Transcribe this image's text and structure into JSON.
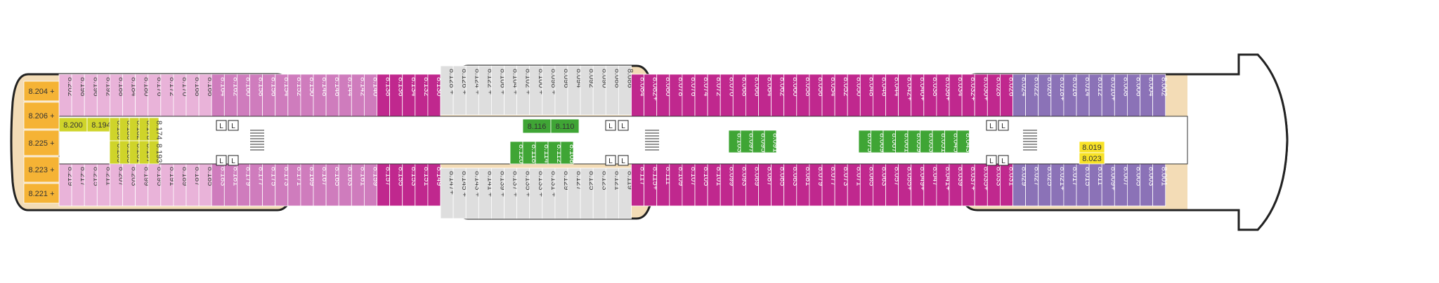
{
  "deck": {
    "colors": {
      "deck_outline": "#222222",
      "deck_wood": "#f3dcb6",
      "corridor": "#ffffff",
      "pink_light": "#e9b3d9",
      "pink_mid": "#cf7cbd",
      "magenta": "#c0288e",
      "grey": "#dedede",
      "purple": "#8b72b7",
      "green": "#3fa535",
      "yellow_green": "#cfd42a",
      "orange": "#f5b335",
      "yellow": "#f8e227"
    },
    "cabins_top": [
      {
        "label": "8.202",
        "color": "pink_light"
      },
      {
        "label": "8.198",
        "color": "pink_light"
      },
      {
        "label": "8.196",
        "color": "pink_light"
      },
      {
        "label": "8.192",
        "color": "pink_light"
      },
      {
        "label": "8.188",
        "color": "pink_light"
      },
      {
        "label": "8.184",
        "color": "pink_light"
      },
      {
        "label": "8.180",
        "color": "pink_light"
      },
      {
        "label": "8.176",
        "color": "pink_light"
      },
      {
        "label": "8.172",
        "color": "pink_light"
      },
      {
        "label": "8.170",
        "color": "pink_light"
      },
      {
        "label": "8.168",
        "color": "pink_light"
      },
      {
        "label": "8.166",
        "color": "pink_light"
      },
      {
        "label": "8.164",
        "color": "pink_mid"
      },
      {
        "label": "8.162",
        "color": "pink_mid"
      },
      {
        "label": "8.160",
        "color": "pink_mid"
      },
      {
        "label": "8.158",
        "color": "pink_mid"
      },
      {
        "label": "8.156",
        "color": "pink_mid"
      },
      {
        "label": "8.154",
        "color": "pink_mid"
      },
      {
        "label": "8.152",
        "color": "pink_mid"
      },
      {
        "label": "8.150",
        "color": "pink_mid"
      },
      {
        "label": "8.148",
        "color": "pink_mid"
      },
      {
        "label": "8.146",
        "color": "pink_mid"
      },
      {
        "label": "8.144",
        "color": "pink_mid"
      },
      {
        "label": "8.142",
        "color": "pink_mid"
      },
      {
        "label": "8.140",
        "color": "pink_mid"
      },
      {
        "label": "8.138",
        "color": "magenta"
      },
      {
        "label": "8.136",
        "color": "magenta"
      },
      {
        "label": "8.134",
        "color": "magenta"
      },
      {
        "label": "8.132",
        "color": "magenta"
      },
      {
        "label": "8.130",
        "color": "magenta"
      },
      {
        "label": "8.128 +",
        "color": "grey"
      },
      {
        "label": "8.126 +",
        "color": "grey"
      },
      {
        "label": "8.124 +",
        "color": "grey"
      },
      {
        "label": "8.122 +",
        "color": "grey"
      },
      {
        "label": "8.106 +",
        "color": "grey"
      },
      {
        "label": "8.104 +",
        "color": "grey"
      },
      {
        "label": "8.102 +",
        "color": "grey"
      },
      {
        "label": "8.100 +",
        "color": "grey"
      },
      {
        "label": "8.098 +",
        "color": "grey"
      },
      {
        "label": "8.096",
        "color": "grey"
      },
      {
        "label": "8.094",
        "color": "grey"
      },
      {
        "label": "8.092",
        "color": "grey"
      },
      {
        "label": "8.090",
        "color": "grey"
      },
      {
        "label": "8.088",
        "color": "grey"
      },
      {
        "label": "8.086",
        "color": "grey"
      },
      {
        "label": "8.084",
        "color": "magenta"
      },
      {
        "label": "8.082+",
        "color": "magenta"
      },
      {
        "label": "8.080",
        "color": "magenta"
      },
      {
        "label": "8.078",
        "color": "magenta"
      },
      {
        "label": "8.076",
        "color": "magenta"
      },
      {
        "label": "8.074",
        "color": "magenta"
      },
      {
        "label": "8.072",
        "color": "magenta"
      },
      {
        "label": "8.070",
        "color": "magenta"
      },
      {
        "label": "8.068",
        "color": "magenta"
      },
      {
        "label": "8.066",
        "color": "magenta"
      },
      {
        "label": "8.064",
        "color": "magenta"
      },
      {
        "label": "8.062",
        "color": "magenta"
      },
      {
        "label": "8.060",
        "color": "magenta"
      },
      {
        "label": "8.058",
        "color": "magenta"
      },
      {
        "label": "8.056",
        "color": "magenta"
      },
      {
        "label": "8.054",
        "color": "magenta"
      },
      {
        "label": "8.052",
        "color": "magenta"
      },
      {
        "label": "8.050",
        "color": "magenta"
      },
      {
        "label": "8.048",
        "color": "magenta"
      },
      {
        "label": "8.046",
        "color": "magenta"
      },
      {
        "label": "8.044",
        "color": "magenta"
      },
      {
        "label": "8.042+",
        "color": "magenta"
      },
      {
        "label": "8.040+",
        "color": "magenta"
      },
      {
        "label": "8.038",
        "color": "magenta"
      },
      {
        "label": "8.036+",
        "color": "magenta"
      },
      {
        "label": "8.034",
        "color": "magenta"
      },
      {
        "label": "8.032+",
        "color": "magenta"
      },
      {
        "label": "8.030+",
        "color": "magenta"
      },
      {
        "label": "8.028",
        "color": "magenta"
      },
      {
        "label": "8.026",
        "color": "magenta"
      },
      {
        "label": "8.024",
        "color": "purple"
      },
      {
        "label": "8.022",
        "color": "purple"
      },
      {
        "label": "8.020",
        "color": "purple"
      },
      {
        "label": "8.018+",
        "color": "purple"
      },
      {
        "label": "8.016",
        "color": "purple"
      },
      {
        "label": "8.014",
        "color": "purple"
      },
      {
        "label": "8.012",
        "color": "purple"
      },
      {
        "label": "8.010+",
        "color": "purple"
      },
      {
        "label": "8.008",
        "color": "purple"
      },
      {
        "label": "8.006",
        "color": "purple"
      },
      {
        "label": "8.004",
        "color": "purple"
      },
      {
        "label": "8.002",
        "color": "purple"
      }
    ],
    "cabins_bottom": [
      {
        "label": "8.219",
        "color": "pink_light"
      },
      {
        "label": "8.217",
        "color": "pink_light"
      },
      {
        "label": "8.215",
        "color": "pink_light"
      },
      {
        "label": "8.211",
        "color": "pink_light"
      },
      {
        "label": "8.207",
        "color": "pink_light"
      },
      {
        "label": "8.203",
        "color": "pink_light"
      },
      {
        "label": "8.199",
        "color": "pink_light"
      },
      {
        "label": "8.195",
        "color": "pink_light"
      },
      {
        "label": "8.191",
        "color": "pink_light"
      },
      {
        "label": "8.189",
        "color": "pink_light"
      },
      {
        "label": "8.187",
        "color": "pink_light"
      },
      {
        "label": "8.185",
        "color": "pink_light"
      },
      {
        "label": "8.183",
        "color": "pink_mid"
      },
      {
        "label": "8.181",
        "color": "pink_mid"
      },
      {
        "label": "8.179",
        "color": "pink_mid"
      },
      {
        "label": "8.177",
        "color": "pink_mid"
      },
      {
        "label": "8.175",
        "color": "pink_mid"
      },
      {
        "label": "8.173",
        "color": "pink_mid"
      },
      {
        "label": "8.171",
        "color": "pink_mid"
      },
      {
        "label": "8.169",
        "color": "pink_mid"
      },
      {
        "label": "8.167",
        "color": "pink_mid"
      },
      {
        "label": "8.165",
        "color": "pink_mid"
      },
      {
        "label": "8.163",
        "color": "pink_mid"
      },
      {
        "label": "8.161",
        "color": "pink_mid"
      },
      {
        "label": "8.159",
        "color": "pink_mid"
      },
      {
        "label": "8.157",
        "color": "magenta"
      },
      {
        "label": "8.155",
        "color": "magenta"
      },
      {
        "label": "8.153",
        "color": "magenta"
      },
      {
        "label": "8.151",
        "color": "magenta"
      },
      {
        "label": "8.149",
        "color": "magenta"
      },
      {
        "label": "8.147+",
        "color": "grey"
      },
      {
        "label": "8.145 +",
        "color": "grey"
      },
      {
        "label": "8.143 +",
        "color": "grey"
      },
      {
        "label": "8.141 +",
        "color": "grey"
      },
      {
        "label": "8.139 +",
        "color": "grey"
      },
      {
        "label": "8.137 +",
        "color": "grey"
      },
      {
        "label": "8.135 +",
        "color": "grey"
      },
      {
        "label": "8.133 +",
        "color": "grey"
      },
      {
        "label": "8.131 +",
        "color": "grey"
      },
      {
        "label": "8.129",
        "color": "grey"
      },
      {
        "label": "8.127",
        "color": "grey"
      },
      {
        "label": "8.125",
        "color": "grey"
      },
      {
        "label": "8.123",
        "color": "grey"
      },
      {
        "label": "8.121",
        "color": "grey"
      },
      {
        "label": "8.119",
        "color": "grey"
      },
      {
        "label": "8.117",
        "color": "magenta"
      },
      {
        "label": "8.115+",
        "color": "magenta"
      },
      {
        "label": "8.111",
        "color": "magenta"
      },
      {
        "label": "8.109",
        "color": "magenta"
      },
      {
        "label": "8.107",
        "color": "magenta"
      },
      {
        "label": "8.105",
        "color": "magenta"
      },
      {
        "label": "8.101",
        "color": "magenta"
      },
      {
        "label": "8.099",
        "color": "magenta"
      },
      {
        "label": "8.093",
        "color": "magenta"
      },
      {
        "label": "8.089",
        "color": "magenta"
      },
      {
        "label": "8.087",
        "color": "magenta"
      },
      {
        "label": "8.085",
        "color": "magenta"
      },
      {
        "label": "8.083",
        "color": "magenta"
      },
      {
        "label": "8.081",
        "color": "magenta"
      },
      {
        "label": "8.079",
        "color": "magenta"
      },
      {
        "label": "8.077",
        "color": "magenta"
      },
      {
        "label": "8.073",
        "color": "magenta"
      },
      {
        "label": "8.071",
        "color": "magenta"
      },
      {
        "label": "8.065",
        "color": "magenta"
      },
      {
        "label": "8.063",
        "color": "magenta"
      },
      {
        "label": "8.057",
        "color": "magenta"
      },
      {
        "label": "8.055+",
        "color": "magenta"
      },
      {
        "label": "8.049+",
        "color": "magenta"
      },
      {
        "label": "8.047",
        "color": "magenta"
      },
      {
        "label": "8.041+",
        "color": "magenta"
      },
      {
        "label": "8.039",
        "color": "magenta"
      },
      {
        "label": "8.037+",
        "color": "magenta"
      },
      {
        "label": "8.035+",
        "color": "magenta"
      },
      {
        "label": "8.033",
        "color": "magenta"
      },
      {
        "label": "8.031",
        "color": "magenta"
      },
      {
        "label": "8.029",
        "color": "purple"
      },
      {
        "label": "8.027",
        "color": "purple"
      },
      {
        "label": "8.025",
        "color": "purple"
      },
      {
        "label": "8.021+",
        "color": "purple"
      },
      {
        "label": "8.017",
        "color": "purple"
      },
      {
        "label": "8.015",
        "color": "purple"
      },
      {
        "label": "8.011",
        "color": "purple"
      },
      {
        "label": "8.009+",
        "color": "purple"
      },
      {
        "label": "8.007",
        "color": "purple"
      },
      {
        "label": "8.005",
        "color": "purple"
      },
      {
        "label": "8.003",
        "color": "purple"
      },
      {
        "label": "8.001",
        "color": "purple"
      }
    ],
    "aft_suites": [
      {
        "label": "8.204 +",
        "color": "orange"
      },
      {
        "label": "8.206 +",
        "color": "orange"
      },
      {
        "label": "8.225 +",
        "color": "orange"
      },
      {
        "label": "8.223 +",
        "color": "orange"
      },
      {
        "label": "8.221 +",
        "color": "orange"
      }
    ],
    "inner_aft_row": [
      {
        "label": "8.200",
        "color": "yellow_green"
      },
      {
        "label": "8.194",
        "color": "yellow_green"
      }
    ],
    "inner_aft_vertical": [
      {
        "label": "8.190",
        "color": "yellow_green"
      },
      {
        "label": "8.186",
        "color": "yellow_green"
      },
      {
        "label": "8.182",
        "color": "yellow_green"
      },
      {
        "label": "8.178",
        "color": "yellow_green"
      },
      {
        "label": "8.174",
        "color": "yellow_green"
      },
      {
        "label": "8.209",
        "color": "yellow_green"
      },
      {
        "label": "8.205",
        "color": "yellow_green"
      },
      {
        "label": "8.201",
        "color": "yellow_green"
      },
      {
        "label": "8.197",
        "color": "yellow_green"
      },
      {
        "label": "8.193",
        "color": "yellow_green"
      }
    ],
    "inner_mid_top": [
      {
        "label": "8.116",
        "color": "green"
      },
      {
        "label": "8.110",
        "color": "green"
      }
    ],
    "inner_mid_vertical": [
      {
        "label": "8.120",
        "color": "green"
      },
      {
        "label": "8.118",
        "color": "green"
      },
      {
        "label": "8.114",
        "color": "green"
      },
      {
        "label": "8.112",
        "color": "green"
      },
      {
        "label": "8.108",
        "color": "green"
      }
    ],
    "inner_fwd_a": [
      {
        "label": "8.103",
        "color": "green"
      },
      {
        "label": "8.097",
        "color": "green"
      },
      {
        "label": "8.095",
        "color": "green"
      },
      {
        "label": "8.091",
        "color": "green"
      }
    ],
    "inner_fwd_b": [
      {
        "label": "8.075",
        "color": "green"
      },
      {
        "label": "8.069",
        "color": "green"
      },
      {
        "label": "8.067",
        "color": "green"
      },
      {
        "label": "8.061",
        "color": "green"
      },
      {
        "label": "8.059",
        "color": "green"
      },
      {
        "label": "8.053",
        "color": "green"
      },
      {
        "label": "8.051",
        "color": "green"
      },
      {
        "label": "8.045",
        "color": "green"
      },
      {
        "label": "8.043",
        "color": "green"
      }
    ],
    "inner_bow": [
      {
        "label": "8.019",
        "color": "yellow"
      },
      {
        "label": "8.023",
        "color": "yellow"
      }
    ],
    "lift_symbol": "L"
  }
}
